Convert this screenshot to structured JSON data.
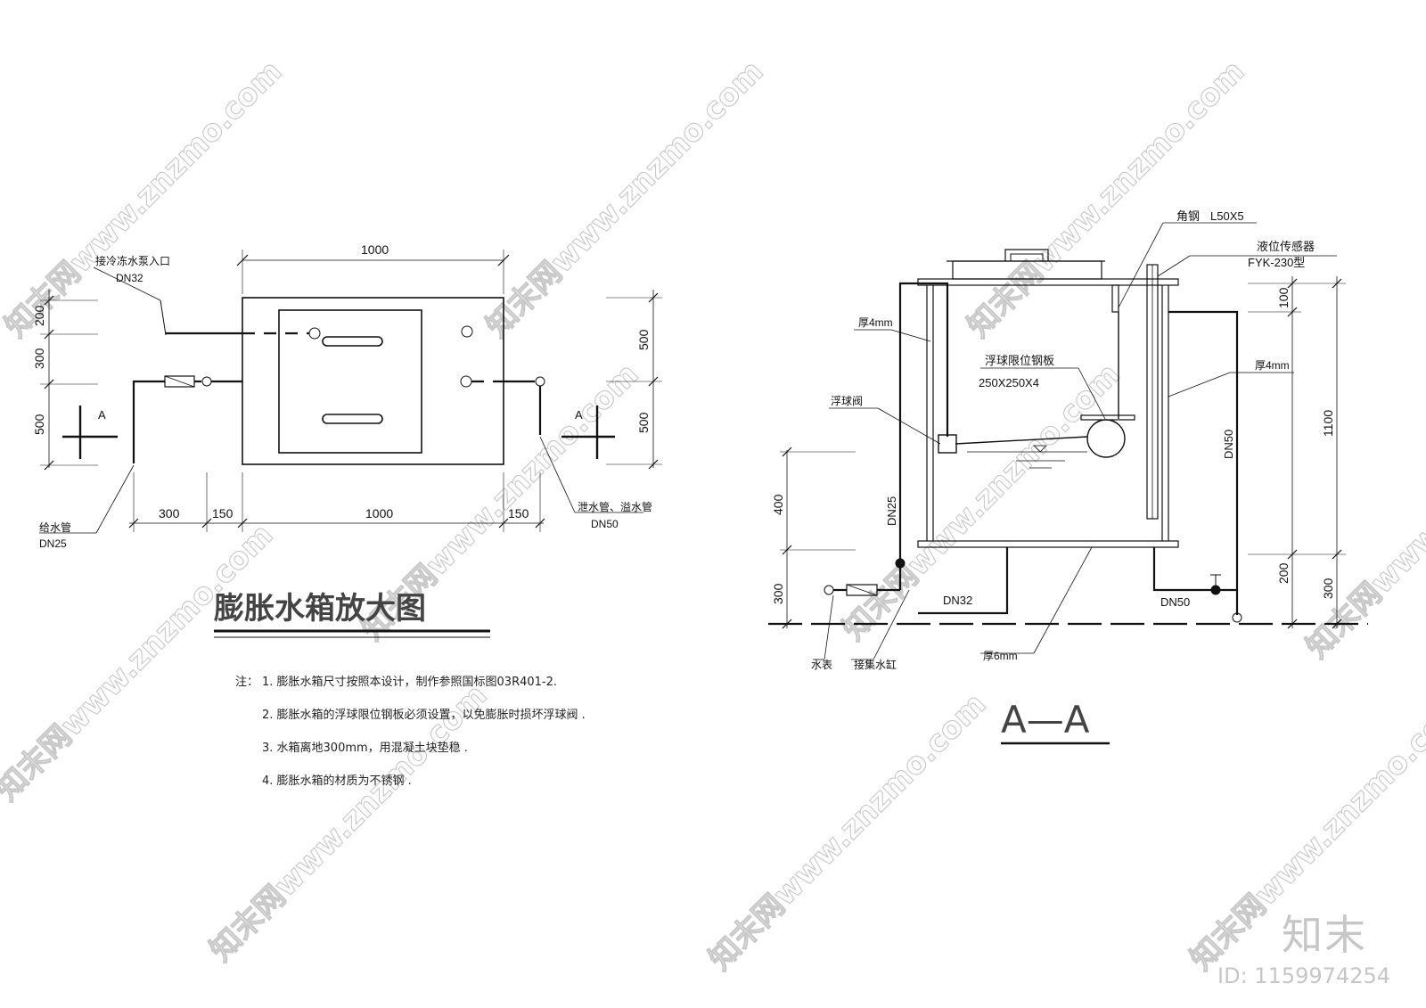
{
  "plan": {
    "dims": {
      "top_width": "1000",
      "left_200": "200",
      "left_300": "300",
      "left_500": "500",
      "right_500_top": "500",
      "right_500_bottom": "500",
      "bottom_300": "300",
      "bottom_150_left": "150",
      "bottom_1000": "1000",
      "bottom_150_right": "150"
    },
    "labels": {
      "inlet": "接冷冻水泵入口",
      "inlet_size": "DN32",
      "supply": "给水管",
      "supply_size": "DN25",
      "drain": "泄水管、溢水管",
      "drain_size": "DN50",
      "section_left": "A",
      "section_right": "A"
    },
    "title": "膨胀水箱放大图"
  },
  "notes": {
    "prefix": "注：",
    "items": [
      "1.  膨胀水箱尺寸按照本设计，制作参照国标图03R401-2.",
      "2.  膨胀水箱的浮球限位钢板必须设置，以免膨胀时损坏浮球阀  .",
      "3.  水箱离地300mm，用混凝土块垫稳  .",
      "4.  膨胀水箱的材质为不锈钢  ."
    ]
  },
  "section": {
    "labels": {
      "angle_steel": "角钢",
      "angle_size": "L50X5",
      "sensor": "液位传感器",
      "sensor_model": "FYK-230型",
      "thick_left": "厚4mm",
      "thick_right": "厚4mm",
      "plate": "浮球限位钢板",
      "plate_size": "250X250X4",
      "float_valve": "浮球阀",
      "dn25": "DN25",
      "dn50_right": "DN50",
      "dn32": "DN32",
      "dn50_bottom": "DN50",
      "meter": "水表",
      "collector": "接集水缸",
      "thick_bottom": "厚6mm"
    },
    "dims": {
      "d400": "400",
      "d300_left": "300",
      "d100": "100",
      "d1100": "1100",
      "d200": "200",
      "d300_right": "300"
    },
    "title": "A—A"
  },
  "watermark": {
    "text": "知末网www.znzmo.com",
    "brand": "知末",
    "id": "ID: 1159974254"
  }
}
